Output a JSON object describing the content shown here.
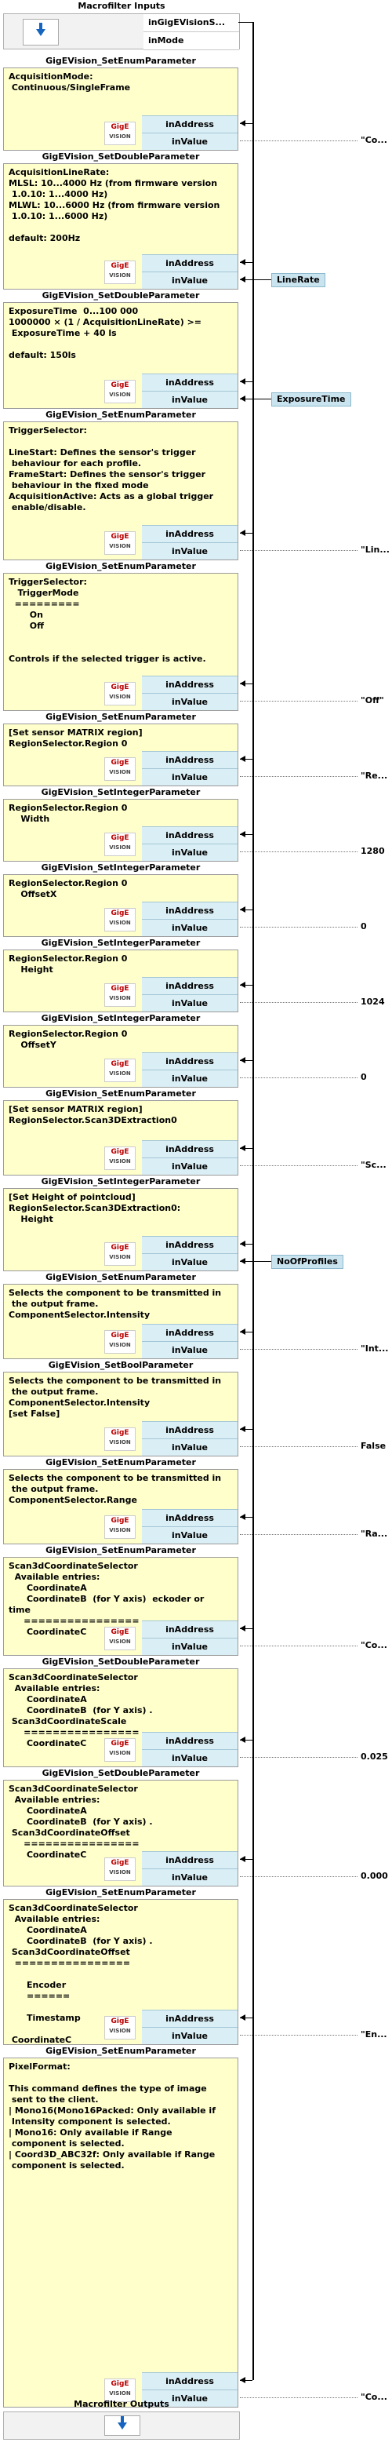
{
  "inputs": {
    "title": "Macrofilter Inputs",
    "ports": [
      "inGigEVisionS...",
      "inMode"
    ]
  },
  "outputs": {
    "title": "Macrofilter Outputs"
  },
  "operations": [
    {
      "title": "GigEVision_SetEnumParameter",
      "comment": "AcquisitionMode:\n Continuous/SingleFrame",
      "ext": "\"Co..."
    },
    {
      "title": "GigEVision_SetDoubleParameter",
      "comment": "AcquisitionLineRate:\nMLSL: 10...4000 Hz (from firmware version\n 1.0.10: 1...4000 Hz)\nMLWL: 10...6000 Hz (from firmware version\n 1.0.10: 1...6000 Hz)\n\ndefault: 200Hz",
      "var": "LineRate"
    },
    {
      "title": "GigEVision_SetDoubleParameter",
      "comment": "ExposureTime  0...100 000\n1000000 × (1 / AcquisitionLineRate) >=\n ExposureTime + 40 ls\n\ndefault: 150ls",
      "var": "ExposureTime"
    },
    {
      "title": "GigEVision_SetEnumParameter",
      "comment": "TriggerSelector:\n\nLineStart: Defines the sensor's trigger\n behaviour for each profile.\nFrameStart: Defines the sensor's trigger\n behaviour in the fixed mode\nAcquisitionActive: Acts as a global trigger\n enable/disable.",
      "ext": "\"Lin..."
    },
    {
      "title": "GigEVision_SetEnumParameter",
      "comment": "TriggerSelector:\n   TriggerMode\n  =========\n       On\n       Off\n\n\nControls if the selected trigger is active.",
      "ext": "\"Off\""
    },
    {
      "title": "GigEVision_SetEnumParameter",
      "comment": "[Set sensor MATRIX region]\nRegionSelector.Region 0",
      "ext": "\"Re..."
    },
    {
      "title": "GigEVision_SetIntegerParameter",
      "comment": "RegionSelector.Region 0\n    Width",
      "ext": "1280"
    },
    {
      "title": "GigEVision_SetIntegerParameter",
      "comment": "RegionSelector.Region 0\n    OffsetX",
      "ext": "0"
    },
    {
      "title": "GigEVision_SetIntegerParameter",
      "comment": "RegionSelector.Region 0\n    Height",
      "ext": "1024"
    },
    {
      "title": "GigEVision_SetIntegerParameter",
      "comment": "RegionSelector.Region 0\n    OffsetY",
      "ext": "0"
    },
    {
      "title": "GigEVision_SetEnumParameter",
      "comment": "[Set sensor MATRIX region]\nRegionSelector.Scan3DExtraction0",
      "ext": "\"Sc..."
    },
    {
      "title": "GigEVision_SetIntegerParameter",
      "comment": "[Set Height of pointcloud]\nRegionSelector.Scan3DExtraction0:\n    Height",
      "var": "NoOfProfiles"
    },
    {
      "title": "GigEVision_SetEnumParameter",
      "comment": "Selects the component to be transmitted in\n the output frame.\nComponentSelector.Intensity",
      "ext": "\"Int..."
    },
    {
      "title": "GigEVision_SetBoolParameter",
      "comment": "Selects the component to be transmitted in\n the output frame.\nComponentSelector.Intensity\n[set False]",
      "ext": "False"
    },
    {
      "title": "GigEVision_SetEnumParameter",
      "comment": "Selects the component to be transmitted in\n the output frame.\nComponentSelector.Range",
      "ext": "\"Ra..."
    },
    {
      "title": "GigEVision_SetEnumParameter",
      "comment": "Scan3dCoordinateSelector\n  Available entries:\n      CoordinateA\n      CoordinateB  (for Y axis)  eckoder or\ntime\n     ================\n      CoordinateC",
      "ext": "\"Co..."
    },
    {
      "title": "GigEVision_SetDoubleParameter",
      "comment": "Scan3dCoordinateSelector\n  Available entries:\n      CoordinateA\n      CoordinateB  (for Y axis) .\n Scan3dCoordinateScale\n     ================\n      CoordinateC",
      "ext": "0.025"
    },
    {
      "title": "GigEVision_SetDoubleParameter",
      "comment": "Scan3dCoordinateSelector\n  Available entries:\n      CoordinateA\n      CoordinateB  (for Y axis) .\n Scan3dCoordinateOffset\n     ================\n      CoordinateC",
      "ext": "0.000"
    },
    {
      "title": "GigEVision_SetEnumParameter",
      "comment": "Scan3dCoordinateSelector\n  Available entries:\n      CoordinateA\n      CoordinateB  (for Y axis) .\n Scan3dCoordinateOffset\n  ================\n\n      Encoder\n      ======\n\n      Timestamp\n\n CoordinateC",
      "ext": "\"En..."
    },
    {
      "title": "GigEVision_SetEnumParameter",
      "comment": "PixelFormat:\n\nThis command defines the type of image\n sent to the client.\n| Mono16(Mono16Packed: Only available if\n Intensity component is selected.\n| Mono16: Only available if Range\n component is selected.\n| Coord3D_ABC32f: Only available if Range\n component is selected.",
      "ext": "\"Co..."
    }
  ],
  "port_labels": {
    "in_address": "inAddress",
    "in_value": "inValue"
  },
  "logo": {
    "brand": "GigE",
    "sub": "VISION"
  }
}
